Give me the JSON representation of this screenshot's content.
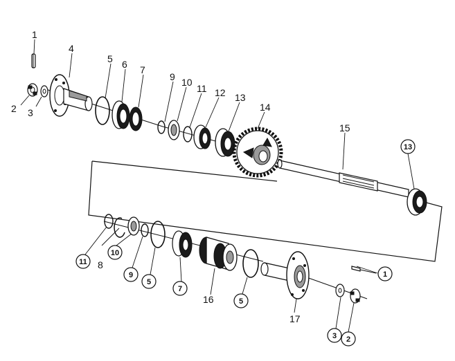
{
  "diagram": {
    "top_labels": [
      "1",
      "2",
      "3",
      "4",
      "5",
      "6",
      "7",
      "9",
      "10",
      "11",
      "12",
      "13",
      "14",
      "15"
    ],
    "circled_top": [
      "13"
    ],
    "bottom_plain_labels": [
      "8",
      "16"
    ],
    "bottom_circled_labels": [
      "11",
      "10",
      "9",
      "5",
      "7",
      "5",
      "1",
      "3",
      "2"
    ],
    "label_17": "17"
  }
}
